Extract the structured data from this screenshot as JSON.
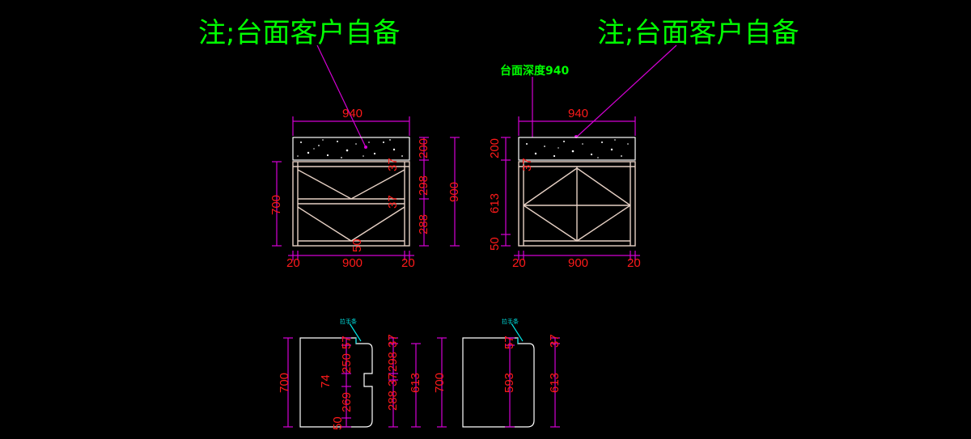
{
  "notes": {
    "left_note": "注;台面客户自备",
    "right_note": "注;台面客户自备",
    "top_depth": "台面深度940",
    "small_label_a": "拉手条",
    "small_label_b": "拉手条"
  },
  "left_elevation": {
    "top_width": "940",
    "height_total": "900",
    "height_cabinet": "700",
    "top_thk": "200",
    "gap_a": "37",
    "drawer_a": "298",
    "gap_b": "37",
    "drawer_b": "288",
    "toe": "50",
    "side_l": "20",
    "inner_w": "900",
    "side_r": "20"
  },
  "right_elevation": {
    "top_width": "940",
    "top_thk": "200",
    "gap": "37",
    "door": "613",
    "toe": "50",
    "side_l": "20",
    "inner_w": "900",
    "side_r": "20"
  },
  "left_section": {
    "height": "700",
    "d1": "57",
    "d2": "250",
    "d3": "74",
    "d4": "269",
    "d5": "50",
    "e1": "37",
    "e2": "298",
    "e3": "37",
    "e4": "288",
    "total": "613"
  },
  "right_section": {
    "height": "700",
    "d1": "57",
    "d2": "593",
    "e1": "37",
    "total": "613"
  }
}
